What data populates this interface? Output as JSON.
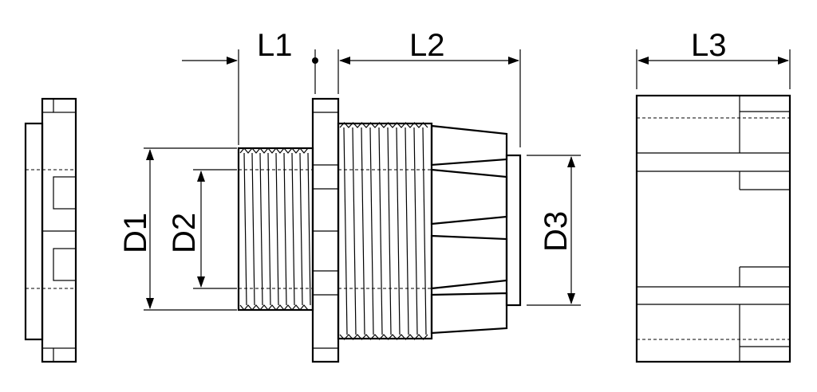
{
  "dimensions": {
    "l1": "L1",
    "l2": "L2",
    "l3": "L3",
    "d1": "D1",
    "d2": "D2",
    "d3": "D3"
  }
}
